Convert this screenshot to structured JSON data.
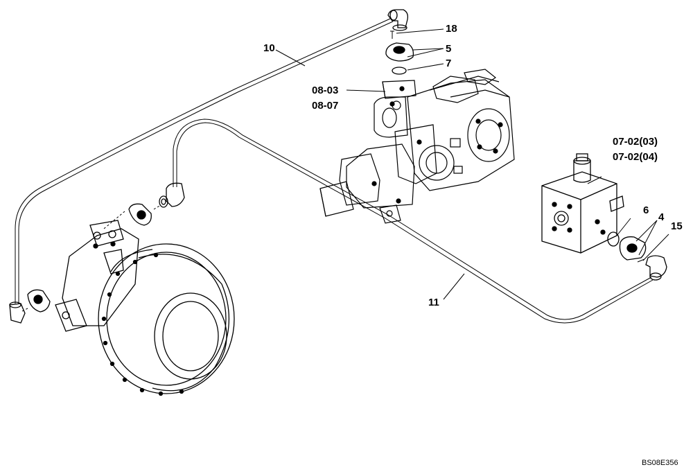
{
  "callouts": {
    "c10": "10",
    "c18": "18",
    "c5": "5",
    "c7": "7",
    "c0803": "08-03",
    "c0807": "08-07",
    "c0702_03": "07-02(03)",
    "c0702_04": "07-02(04)",
    "c6": "6",
    "c4": "4",
    "c15": "15",
    "c11": "11"
  },
  "drawing_ref": "BS08E356"
}
